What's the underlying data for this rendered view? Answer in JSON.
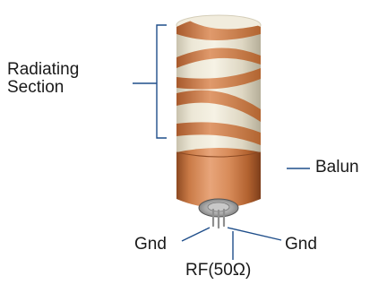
{
  "labels": {
    "radiating_line1": "Radiating",
    "radiating_line2": "Section",
    "balun": "Balun",
    "gnd_left": "Gnd",
    "gnd_right": "Gnd",
    "rf": "RF(50Ω)"
  },
  "colors": {
    "copper": "#c4733f",
    "ceramic": "#e8e2cf",
    "leader_line": "#1f4e8a",
    "pin": "#9a9a9a"
  }
}
